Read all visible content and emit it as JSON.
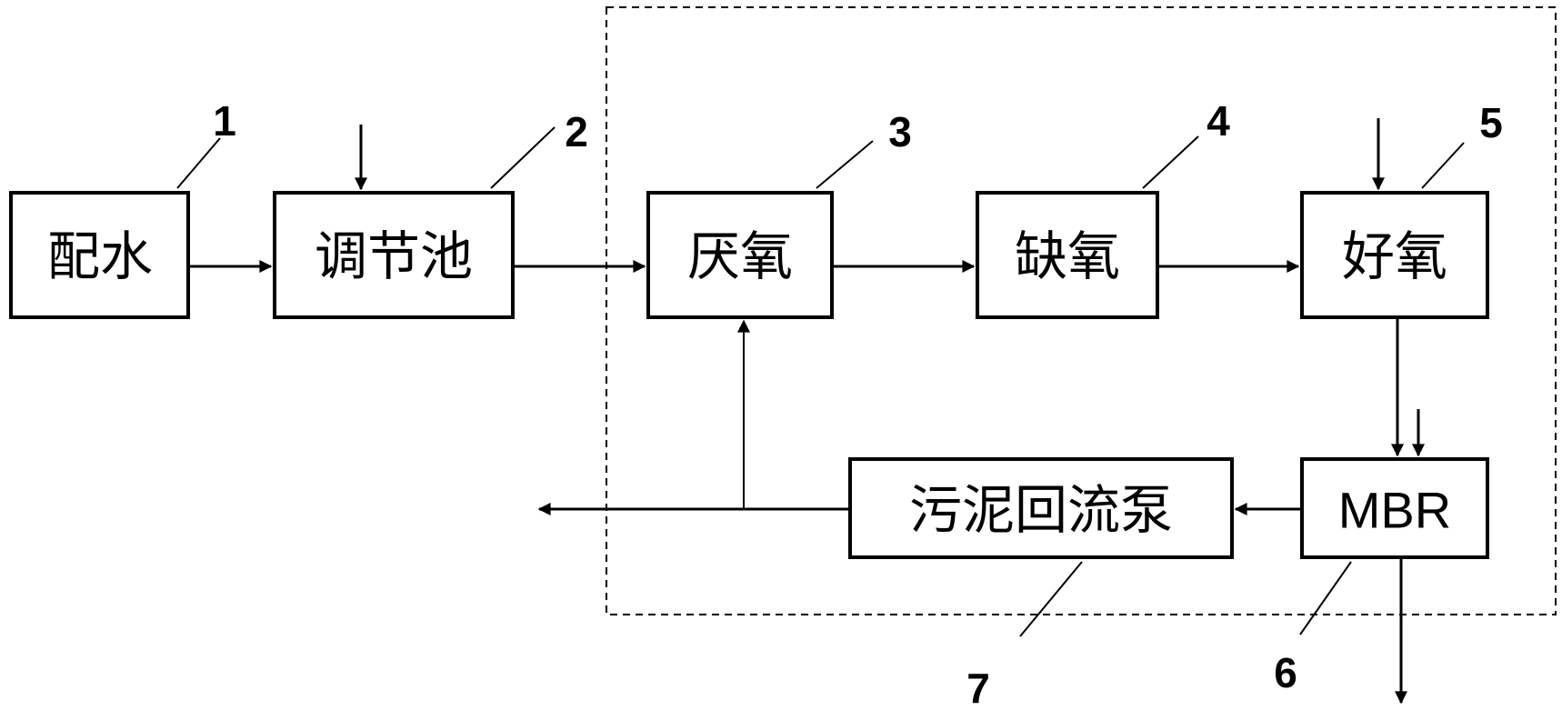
{
  "nodes": {
    "n1": {
      "label": "配水",
      "number": "1"
    },
    "n2": {
      "label": "调节池",
      "number": "2"
    },
    "n3": {
      "label": "厌氧",
      "number": "3"
    },
    "n4": {
      "label": "缺氧",
      "number": "4"
    },
    "n5": {
      "label": "好氧",
      "number": "5"
    },
    "n6": {
      "label": "MBR",
      "number": "6"
    },
    "n7": {
      "label": "污泥回流泵",
      "number": "7"
    }
  }
}
